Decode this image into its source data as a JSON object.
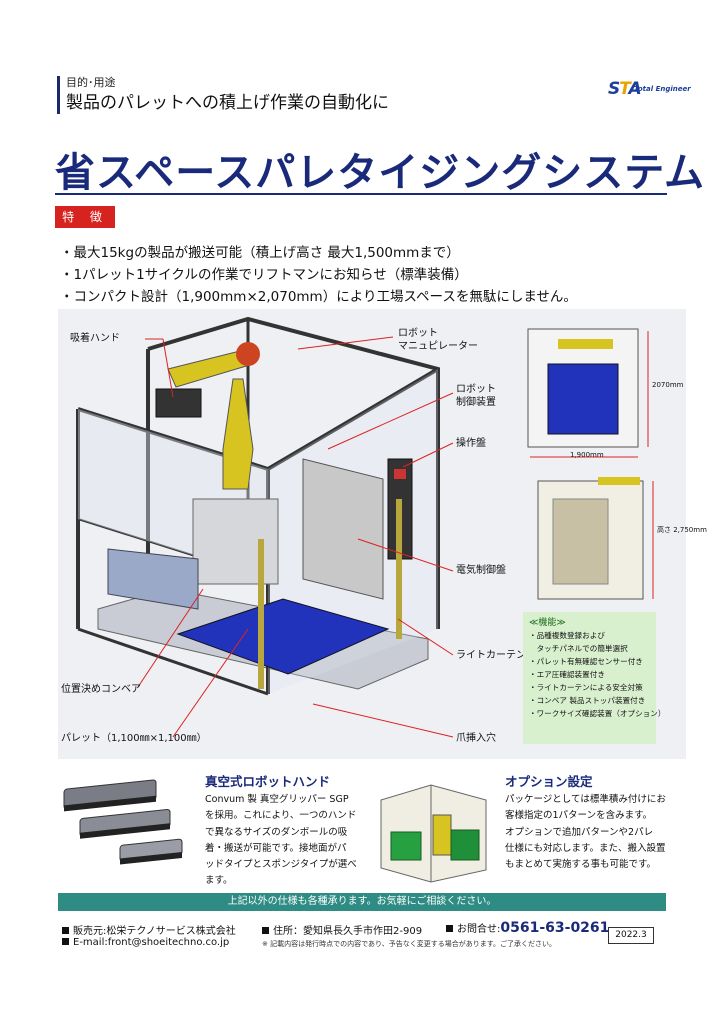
{
  "header": {
    "purpose_label": "目的･用途",
    "purpose_text": "製品のパレットへの積上げ作業の自動化に",
    "logo_text": "Total Engineer"
  },
  "title": "省スペースパレタイジングシステム",
  "features": {
    "badge": "特 徴",
    "bullets": [
      "・最大15kgの製品が搬送可能（積上げ高さ 最大1,500mmまで）",
      "・1パレット1サイクルの作業でリフトマンにお知らせ（標準装備）",
      "・コンパクト設計（1,900mm×2,070mm）により工場スペースを無駄にしません。"
    ]
  },
  "diagram": {
    "labels": {
      "suction_hand": "吸着ハンド",
      "manipulator": "ロボット\nマニュピレーター",
      "controller": "ロボット\n制御装置",
      "operation_panel": "操作盤",
      "electric_panel": "電気制御盤",
      "light_curtain": "ライトカーテン",
      "positioning_conveyor": "位置決めコンベア",
      "pallet": "パレット（1,100㎜×1,100㎜）",
      "fork_holes": "爪挿入穴"
    },
    "dims": {
      "depth": "2070mm",
      "width": "1,900mm",
      "height": "高さ 2,750mm"
    }
  },
  "functions": {
    "title": "≪機能≫",
    "items": [
      "・品種複数登録および",
      "　タッチパネルでの簡単選択",
      "・パレット有無確認センサー付き",
      "・エア圧確認装置付き",
      "・ライトカーテンによる安全対策",
      "・コンベア 製品ストッパ装置付き",
      "・ワークサイズ確認装置（オプション）"
    ]
  },
  "robot_hand": {
    "title": "真空式ロボットハンド",
    "lines": [
      "Convum 製 真空グリッパー SGP",
      "を採用。これにより、一つのハンド",
      "で異なるサイズのダンボールの吸",
      "着・搬送が可能です。接地面がパ",
      "ッドタイプとスポンジタイプが選べ",
      "ます。"
    ]
  },
  "option": {
    "title": "オプション設定",
    "lines": [
      "パッケージとしては標準積み付けにお",
      "客様指定の1パターンを含みます。",
      "オプションで追加パターンや2パレ",
      "仕様にも対応します。また、搬入設置",
      "もまとめて実施する事も可能です。"
    ]
  },
  "notice": "上記以外の仕様も各種承ります。お気軽にご相談ください。",
  "footer": {
    "seller": "販売元:松栄テクノサービス株式会社",
    "address": "住所：愛知県長久手市作田2-909",
    "contact_label": "お問合せ:",
    "phone": "0561-63-0261",
    "email": "E-mail:front@shoeitechno.co.jp",
    "note": "※ 記載内容は発行時点での内容であり、予告なく変更する場合があります。ご了承ください。",
    "date": "2022.3"
  },
  "colors": {
    "navy": "#1a2a7a",
    "red_badge": "#d7231f",
    "teal_bar": "#2f8c85",
    "green_box": "#d9f0cf",
    "robot_yellow": "#d8c420",
    "pallet_blue": "#2233bb"
  }
}
